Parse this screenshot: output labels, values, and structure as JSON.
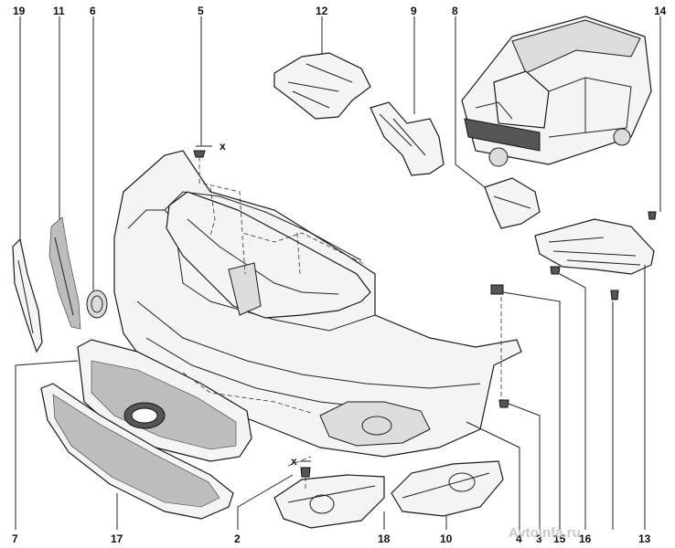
{
  "callouts": {
    "n19": "19",
    "n11": "11",
    "n6": "6",
    "n5": "5",
    "n12": "12",
    "n9": "9",
    "n8": "8",
    "n14": "14",
    "n7": "7",
    "n17": "17",
    "n2": "2",
    "n18": "18",
    "n10": "10",
    "n4": "4",
    "n3": "3",
    "n15": "15",
    "n16": "16",
    "n13": "13"
  },
  "markers": {
    "x_top": "x",
    "x_bottom": "x"
  },
  "watermark": "Avtoinfa.ru"
}
